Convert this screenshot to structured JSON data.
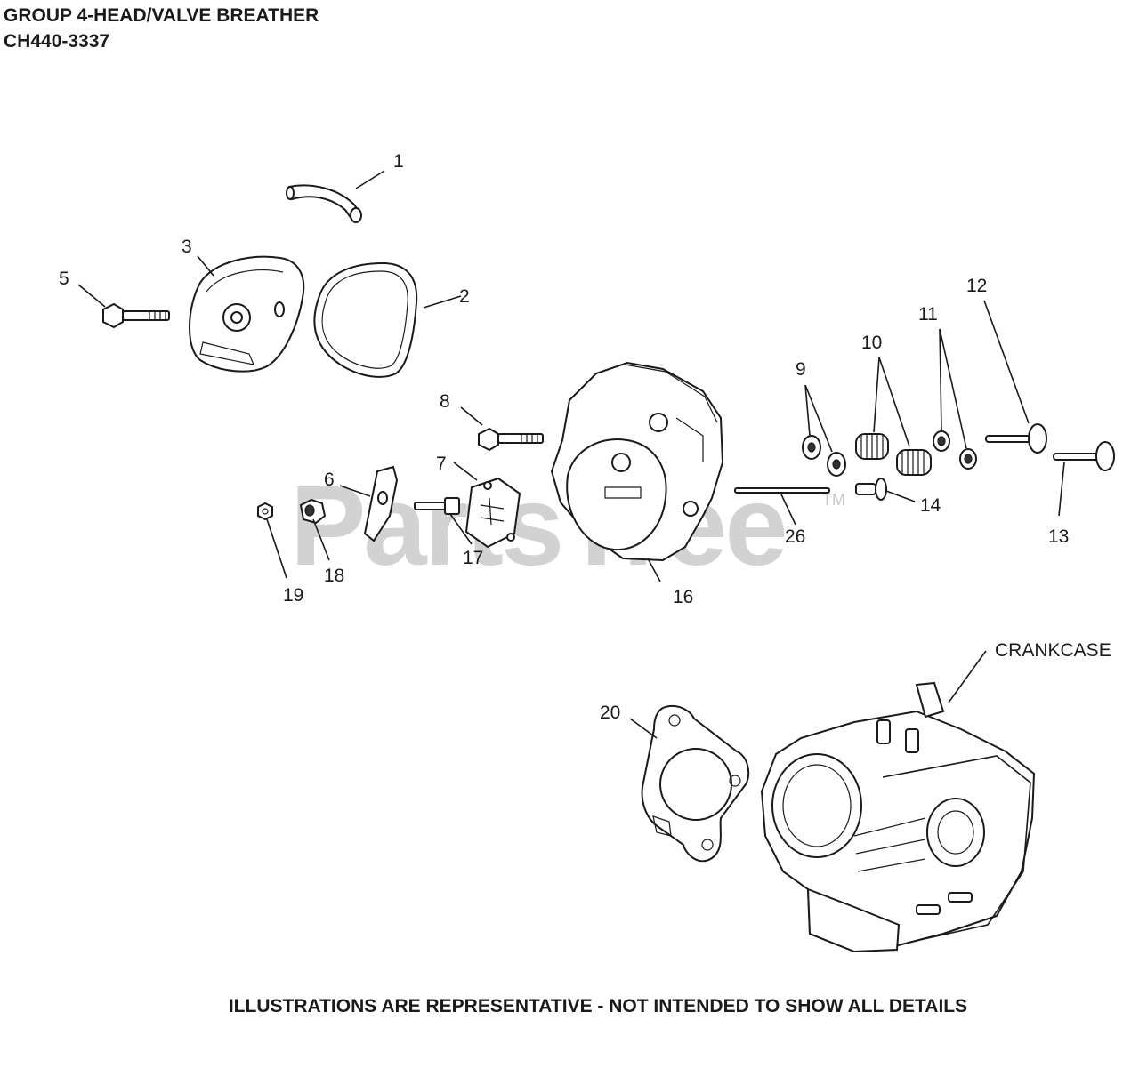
{
  "header": {
    "group_title": "GROUP 4-HEAD/VALVE BREATHER",
    "model": "CH440-3337"
  },
  "watermark": {
    "text": "PartsTree",
    "trademark": "TM"
  },
  "callouts": {
    "c1": "1",
    "c2": "2",
    "c3": "3",
    "c5": "5",
    "c6": "6",
    "c7": "7",
    "c8": "8",
    "c9": "9",
    "c10": "10",
    "c11": "11",
    "c12": "12",
    "c13": "13",
    "c14": "14",
    "c16": "16",
    "c17": "17",
    "c18": "18",
    "c19": "19",
    "c20": "20",
    "c26": "26",
    "crankcase": "CRANKCASE"
  },
  "footer": {
    "note": "ILLUSTRATIONS ARE REPRESENTATIVE - NOT INTENDED TO SHOW ALL DETAILS"
  }
}
